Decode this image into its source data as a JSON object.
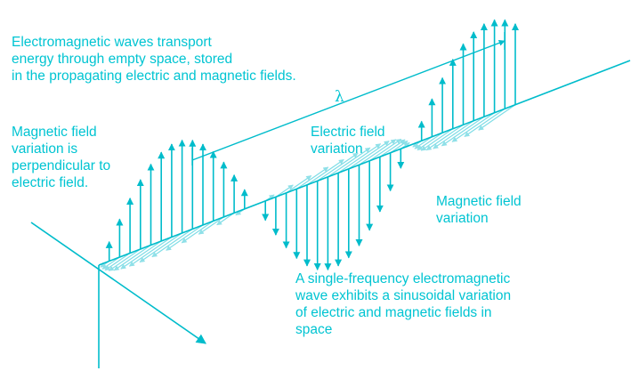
{
  "labels": {
    "intro": "Electromagnetic waves transport\nenergy through empty space, stored\nin the propagating electric and magnetic fields.",
    "magnetic_perpendicular": "Magnetic field\nvariation is\nperpendicular to\nelectric field.",
    "electric_field": "Electric field\nvariation",
    "magnetic_field": "Magnetic field\nvariation",
    "wavelength_symbol": "λ",
    "summary": "A single-frequency electromagnetic\nwave exhibits a sinusoidal variation\nof electric and magnetic fields in\nspace"
  },
  "colors": {
    "main": "#00bccb",
    "light": "#7fdde6"
  }
}
